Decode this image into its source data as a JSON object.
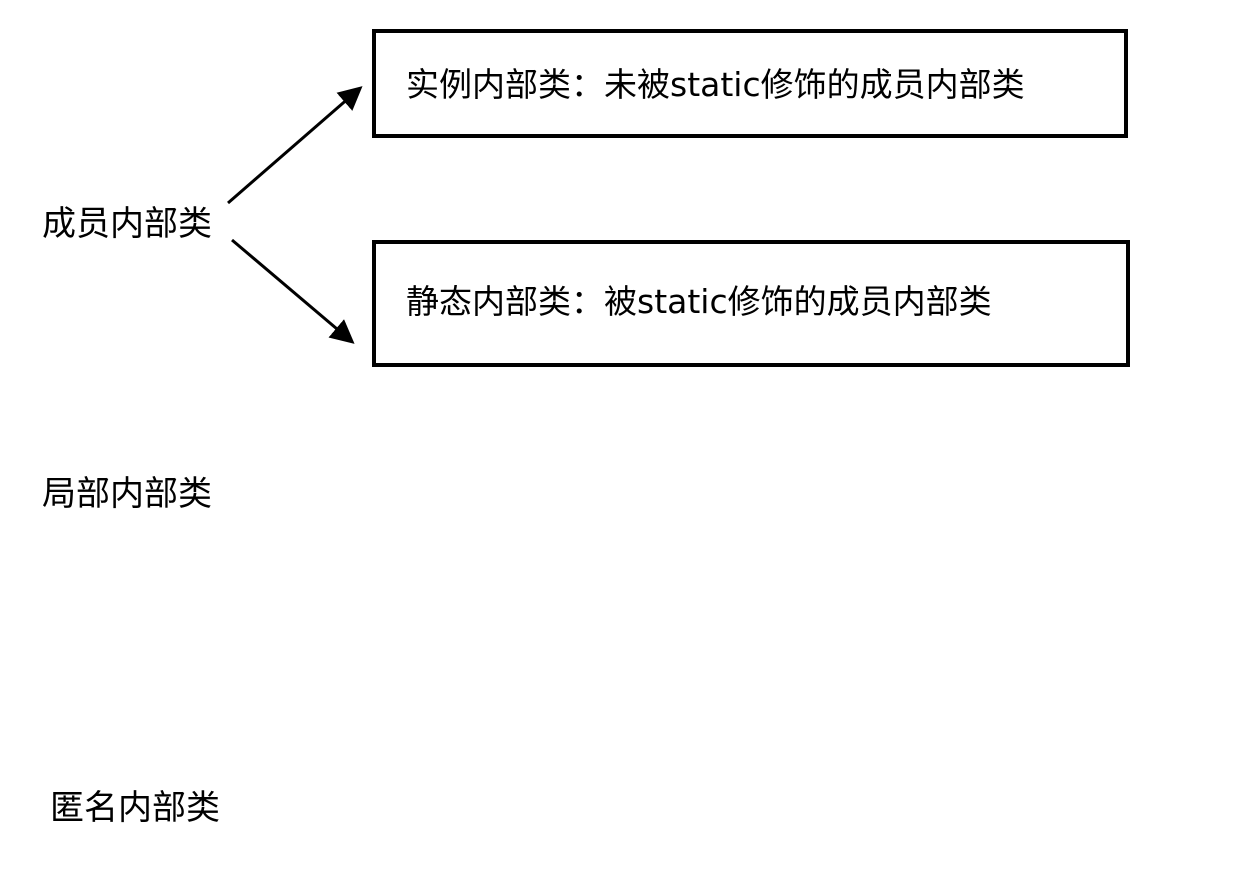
{
  "nodes": {
    "member_inner_class": "成员内部类",
    "local_inner_class": "局部内部类",
    "anonymous_inner_class": "匿名内部类"
  },
  "boxes": {
    "instance_inner_class": "实例内部类：未被static修饰的成员内部类",
    "static_inner_class": "静态内部类：被static修饰的成员内部类"
  },
  "colors": {
    "stroke": "#000000",
    "background": "#ffffff"
  }
}
